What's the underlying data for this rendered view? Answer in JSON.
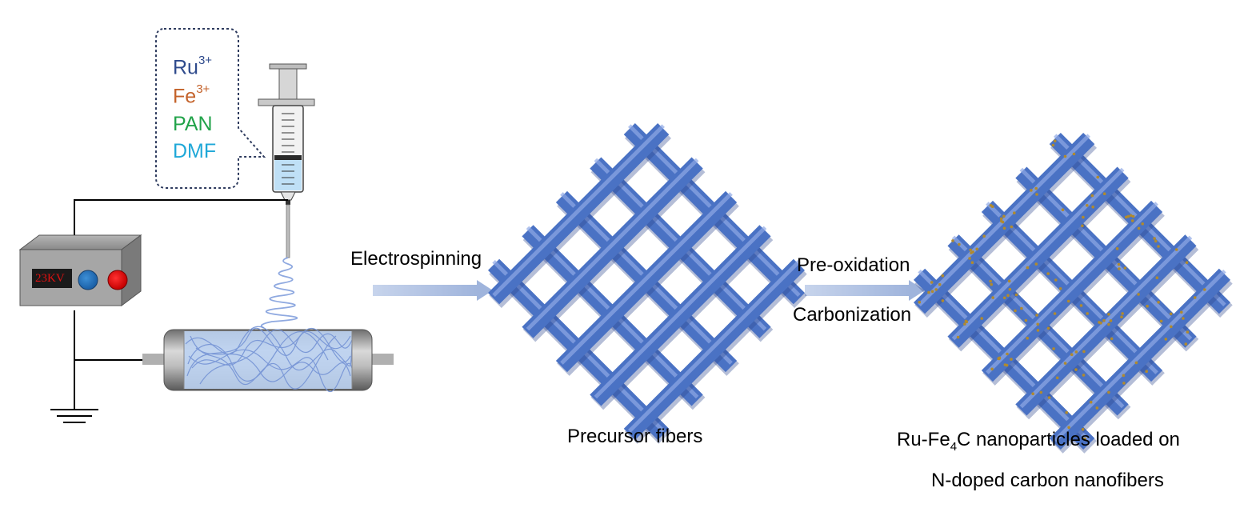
{
  "solution": {
    "ions": [
      {
        "symbol": "Ru",
        "charge": "3+",
        "color": "#2e4a8c"
      },
      {
        "symbol": "Fe",
        "charge": "3+",
        "color": "#c4622a"
      },
      {
        "symbol": "PAN",
        "charge": "",
        "color": "#22a34a"
      },
      {
        "symbol": "DMF",
        "charge": "",
        "color": "#1fa8d8"
      }
    ]
  },
  "power_supply": {
    "voltage": "23KV"
  },
  "steps": {
    "step1": "Electrospinning",
    "step2_line1": "Pre-oxidation",
    "step2_line2": "Carbonization"
  },
  "products": {
    "precursor": "Precursor fibers",
    "final_prefix": "Ru-Fe",
    "final_sub": "4",
    "final_suffix": "C nanoparticles loaded on",
    "final_line2": "N-doped carbon nanofibers"
  },
  "colors": {
    "fiber": "#4a72c4",
    "arrow": "#a9bcdf",
    "particle": "#b08a2e"
  }
}
